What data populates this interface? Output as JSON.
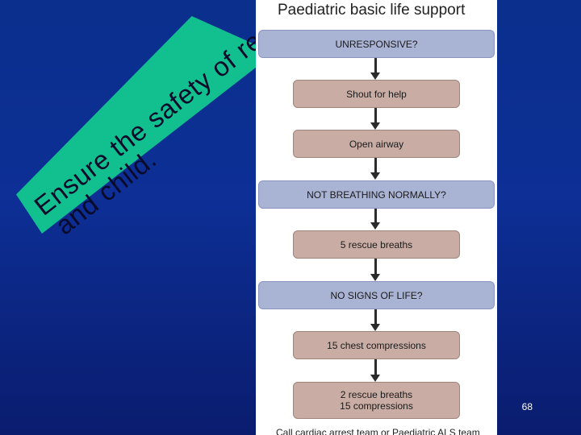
{
  "slide": {
    "banner_line1": "Ensure the safety of rescuer",
    "banner_line2": "and child.",
    "page_number": "68"
  },
  "flowchart": {
    "title": "Paediatric  basic life support",
    "steps": [
      {
        "text": "UNRESPONSIVE?"
      },
      {
        "text": "Shout for help"
      },
      {
        "text": "Open airway"
      },
      {
        "text": "NOT BREATHING NORMALLY?"
      },
      {
        "text": "5 rescue breaths"
      },
      {
        "text": "NO SIGNS OF LIFE?"
      },
      {
        "text": "15 chest compressions"
      },
      {
        "text": "2 rescue breaths",
        "text2": "15 compressions"
      }
    ],
    "footer": "Call cardiac arrest team or Paediatric ALS team"
  }
}
